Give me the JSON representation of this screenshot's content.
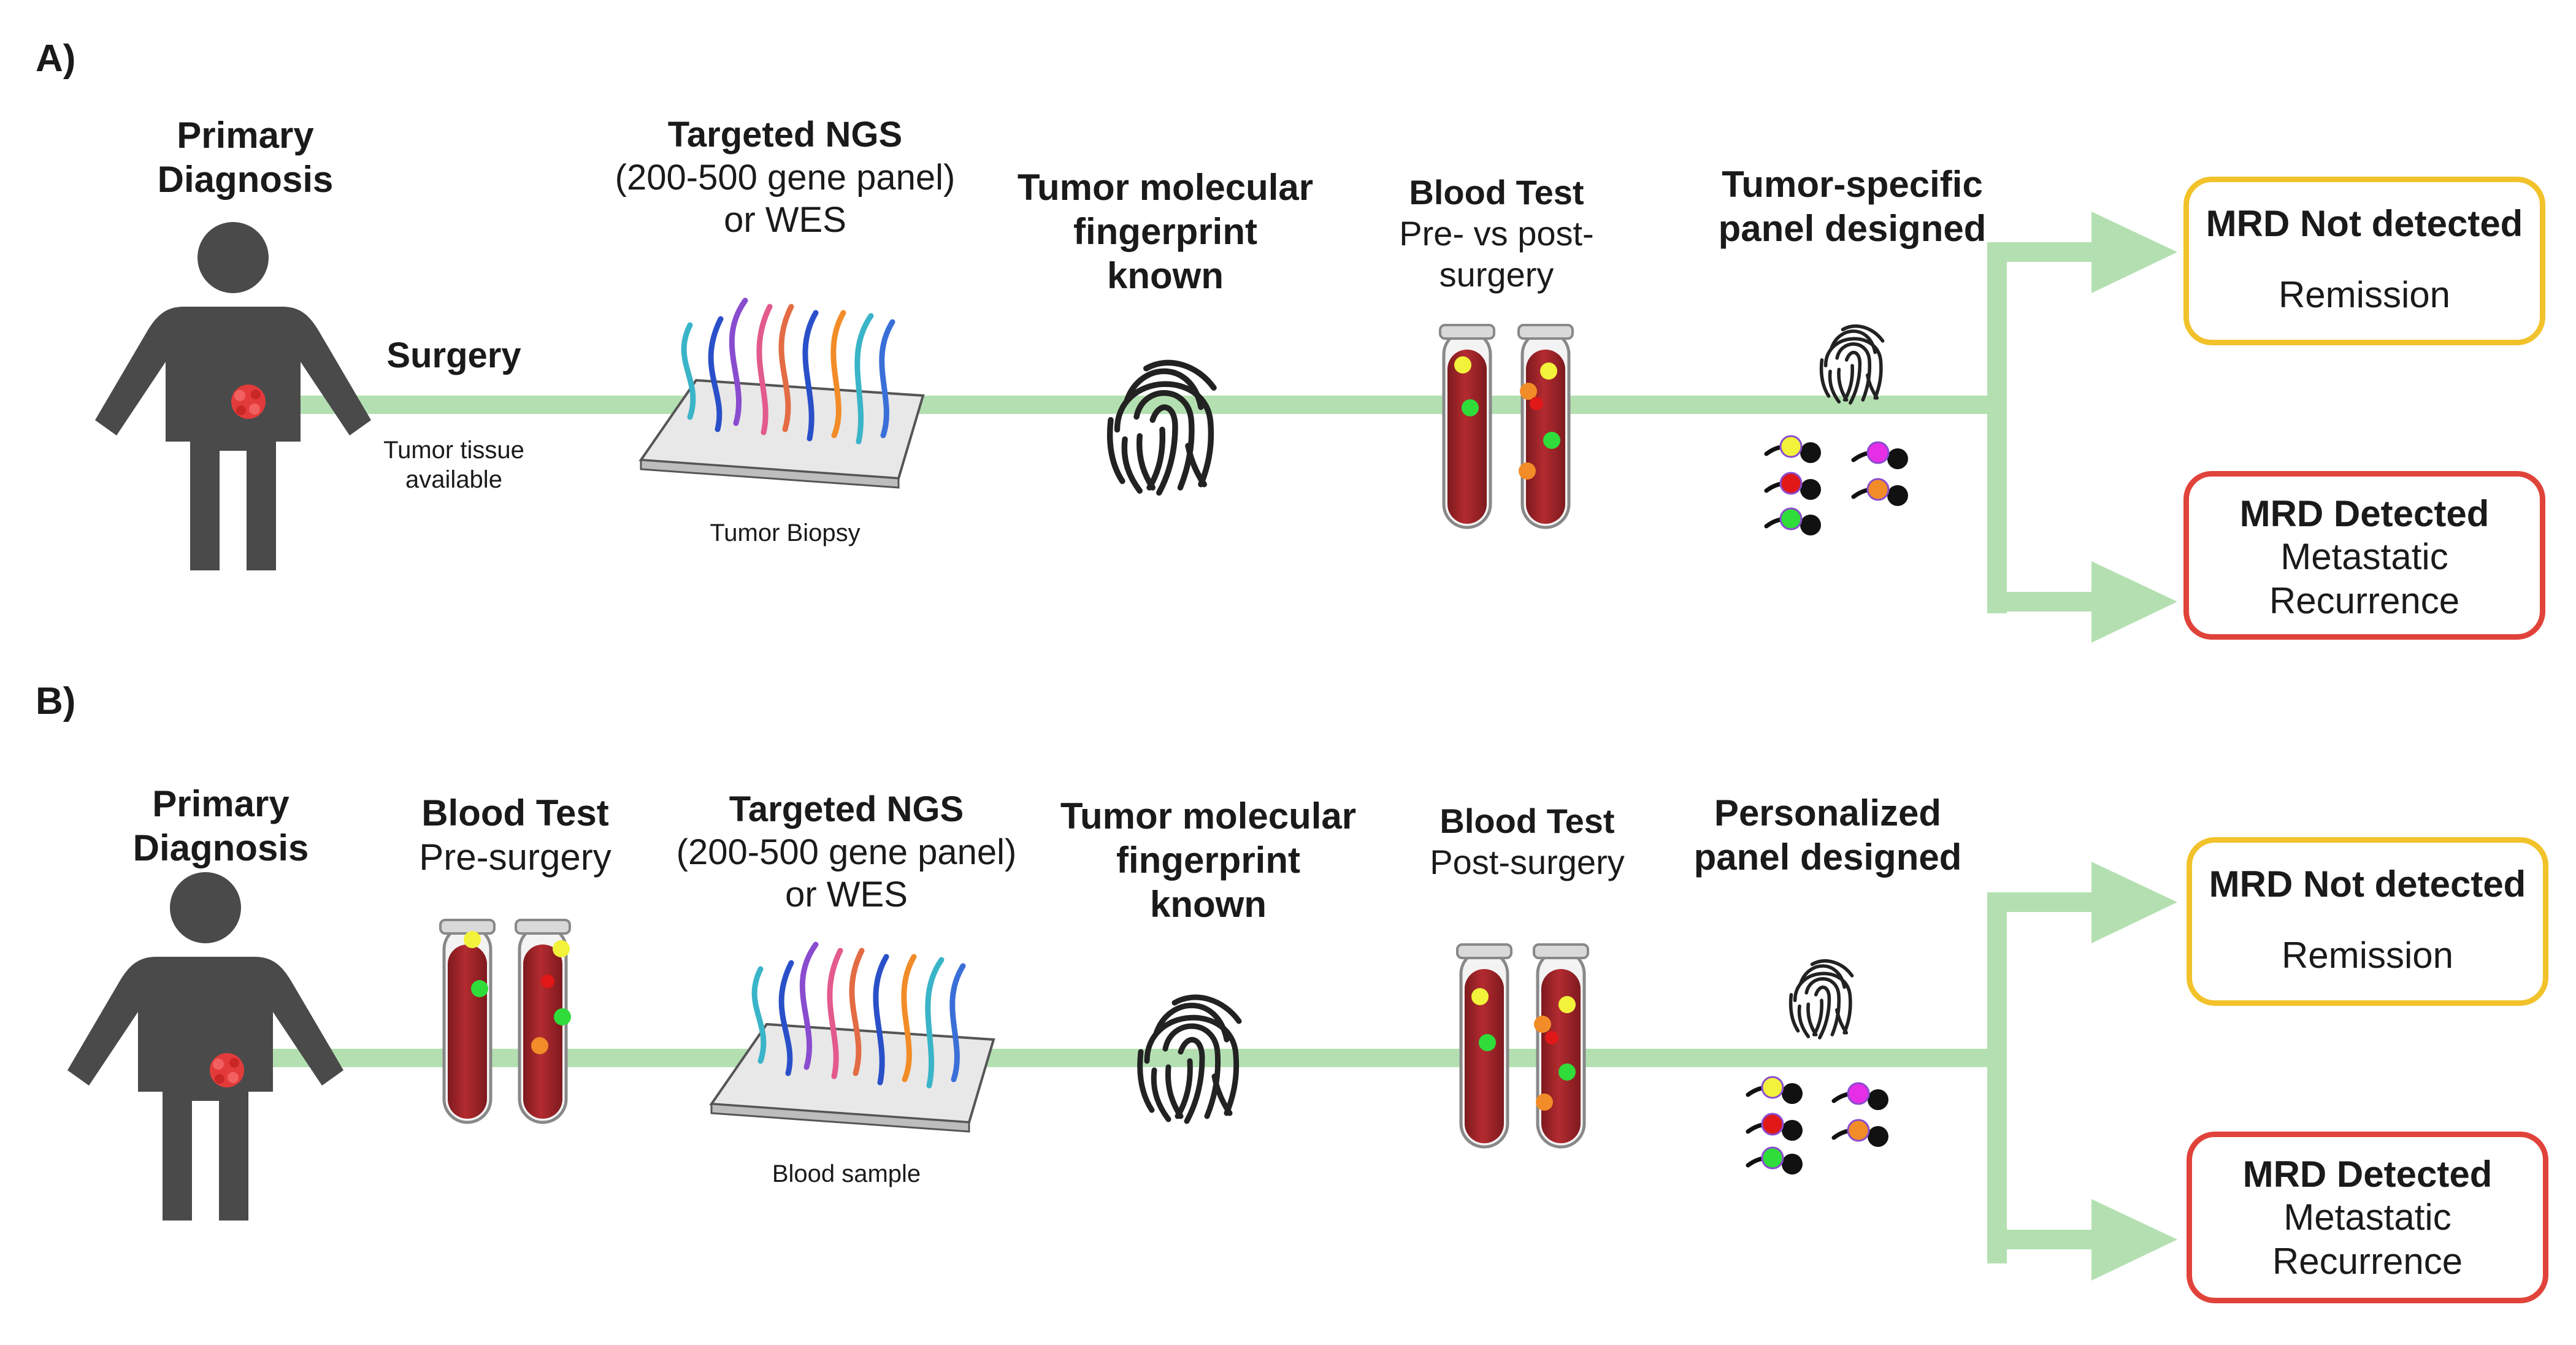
{
  "colors": {
    "timeline": "#b4e0b1",
    "person": "#4a4a4a",
    "tube_blood": "#a8272c",
    "remission_border": "#f2c22b",
    "recurrence_border": "#e0433a"
  },
  "panel_a": {
    "letter": "A)",
    "primary_diagnosis": [
      "Primary",
      "Diagnosis"
    ],
    "surgery": "Surgery",
    "tumor_tissue": [
      "Tumor tissue",
      "available"
    ],
    "ngs_title": "Targeted NGS",
    "ngs_sub": [
      "(200-500 gene panel)",
      "or WES"
    ],
    "biopsy_caption": "Tumor Biopsy",
    "fingerprint_title": [
      "Tumor molecular",
      "fingerprint",
      "known"
    ],
    "blood_title": "Blood Test",
    "blood_sub": [
      "Pre- vs post-",
      "surgery"
    ],
    "panel_title": [
      "Tumor-specific",
      "panel designed"
    ],
    "outcome_not_detected": "MRD Not detected",
    "outcome_remission": "Remission",
    "outcome_detected": "MRD Detected",
    "outcome_recurrence": [
      "Metastatic",
      "Recurrence"
    ]
  },
  "panel_b": {
    "letter": "B)",
    "primary_diagnosis": [
      "Primary",
      "Diagnosis"
    ],
    "blood1_title": "Blood Test",
    "blood1_sub": "Pre-surgery",
    "ngs_title": "Targeted NGS",
    "ngs_sub": [
      "(200-500 gene panel)",
      "or WES"
    ],
    "sample_caption": "Blood sample",
    "fingerprint_title": [
      "Tumor molecular",
      "fingerprint",
      "known"
    ],
    "blood2_title": "Blood Test",
    "blood2_sub": "Post-surgery",
    "panel_title": [
      "Personalized",
      "panel designed"
    ],
    "outcome_not_detected": "MRD Not detected",
    "outcome_remission": "Remission",
    "outcome_detected": "MRD Detected",
    "outcome_recurrence": [
      "Metastatic",
      "Recurrence"
    ]
  }
}
